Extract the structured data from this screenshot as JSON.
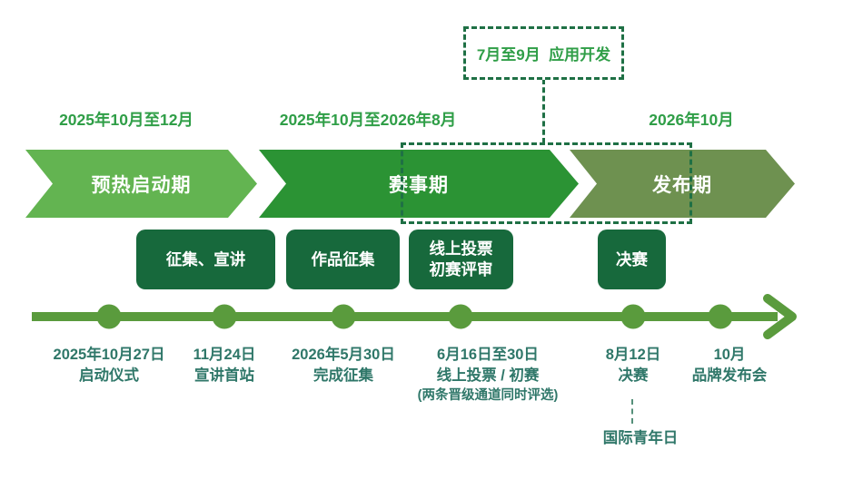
{
  "palette": {
    "bright_green_text": "#2f9e47",
    "dashed_border_green": "#1f7045",
    "chevron_warmup": "#63b451",
    "chevron_competition": "#2b9334",
    "chevron_release": "#6e9150",
    "milestone_box_green": "#17693c",
    "timeline_green": "#5a9b3d",
    "event_label_teal": "#2f7769"
  },
  "callout": {
    "text": "7月至9月  应用开发"
  },
  "phases": [
    {
      "date": "2025年10月至12月",
      "label": "预热启动期"
    },
    {
      "date": "2025年10月至2026年8月",
      "label": "赛事期"
    },
    {
      "date": "2026年10月",
      "label": "发布期"
    }
  ],
  "milestones": [
    {
      "lines": [
        "征集、宣讲"
      ]
    },
    {
      "lines": [
        "作品征集"
      ]
    },
    {
      "lines": [
        "线上投票",
        "初赛评审"
      ]
    },
    {
      "lines": [
        "决赛"
      ]
    }
  ],
  "events": [
    {
      "lines": [
        "2025年10月27日",
        "启动仪式"
      ]
    },
    {
      "lines": [
        "11月24日",
        "宣讲首站"
      ]
    },
    {
      "lines": [
        "2026年5月30日",
        "完成征集"
      ]
    },
    {
      "lines": [
        "6月16日至30日",
        "线上投票 / 初赛",
        "(两条晋级通道同时评选)"
      ]
    },
    {
      "lines": [
        "8月12日",
        "决赛"
      ]
    },
    {
      "lines": [
        "10月",
        "品牌发布会"
      ]
    }
  ],
  "footnote": {
    "text": "国际青年日"
  }
}
